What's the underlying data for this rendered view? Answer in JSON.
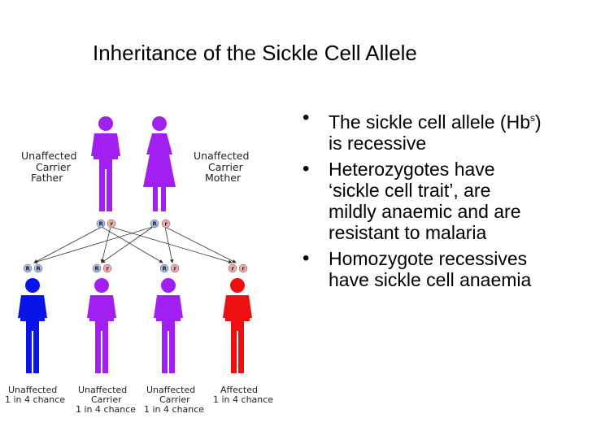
{
  "slide": {
    "title": "Inheritance of the Sickle Cell Allele"
  },
  "bullets": {
    "b1_text": "The sickle cell allele (Hb",
    "b1_sup": "s",
    "b1_tail": ") is recessive",
    "b2": "Heterozygotes have ‘sickle cell trait’, are mildly anaemic and are resistant to malaria",
    "b3": "Homozygote recessives have sickle cell anaemia"
  },
  "parents": {
    "father": {
      "line1": "Unaffected",
      "line2": "Carrier",
      "line3": "Father",
      "alleles": [
        "R",
        "r"
      ]
    },
    "mother": {
      "line1": "Unaffected",
      "line2": "Carrier",
      "line3": "Mother",
      "alleles": [
        "R",
        "r"
      ]
    }
  },
  "children": [
    {
      "line1": "Unaffected",
      "line2": "1 in 4 chance",
      "line3": "",
      "alleles": [
        "R",
        "R"
      ]
    },
    {
      "line1": "Unaffected",
      "line2": "Carrier",
      "line3": "1 in 4 chance",
      "alleles": [
        "R",
        "r"
      ]
    },
    {
      "line1": "Unaffected",
      "line2": "Carrier",
      "line3": "1 in 4 chance",
      "alleles": [
        "R",
        "r"
      ]
    },
    {
      "line1": "Affected",
      "line2": "1 in 4 chance",
      "line3": "",
      "alleles": [
        "r",
        "r"
      ]
    }
  ],
  "colors": {
    "carrier_purple": "#a11ff0",
    "unaffected_blue": "#0a14e8",
    "affected_red": "#ee1010",
    "dominant_allele_fill": "#a9bde8",
    "recessive_allele_fill": "#f0aaaa"
  }
}
